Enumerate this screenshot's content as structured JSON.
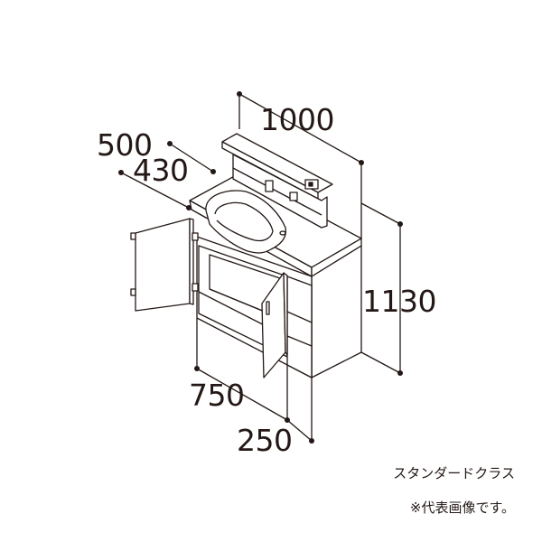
{
  "dimensions": {
    "width_total": "1000",
    "depth_total": "500",
    "depth_counter": "430",
    "height_total": "1130",
    "width_main": "750",
    "width_side": "250"
  },
  "captions": {
    "product_class": "スタンダードクラス",
    "representative_note": "※代表画像です。"
  },
  "colors": {
    "line": "#231815",
    "fill": "#ffffff"
  }
}
